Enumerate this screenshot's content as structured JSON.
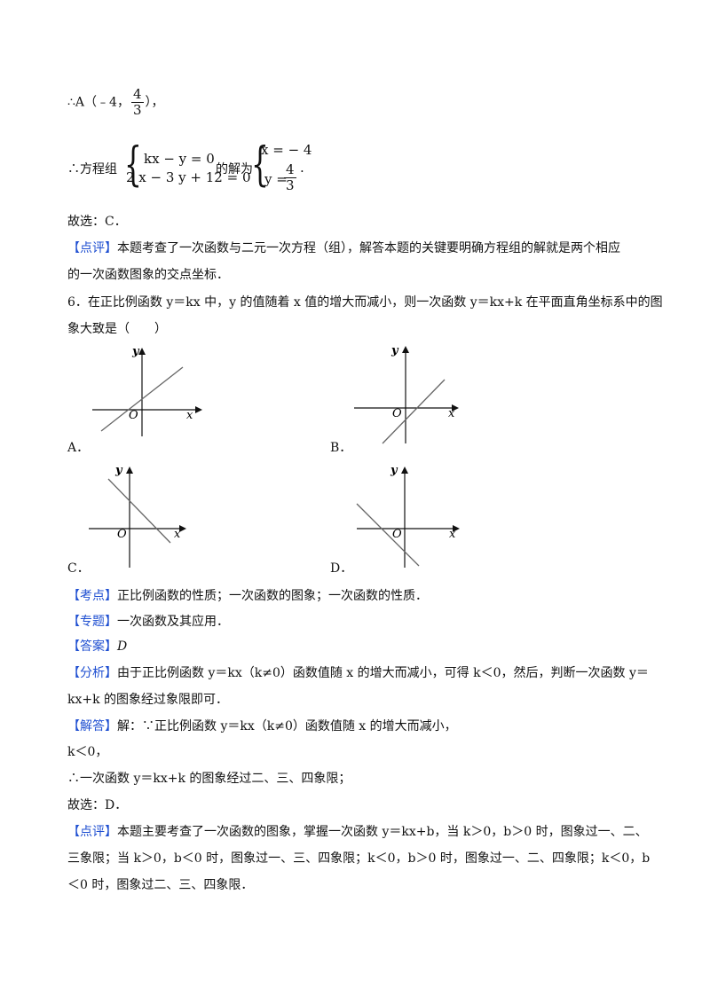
{
  "point_line": {
    "therefore": "∴",
    "label": "A（﹣4，",
    "num": "4",
    "den": "3",
    "tail": "），"
  },
  "system_line": {
    "therefore": "∴方程组",
    "eq1": "kx − y = 0",
    "eq2": "2 x − 3 y + 12 = 0",
    "mid": "的解为",
    "sol1": "x = − 4",
    "sol2_lhs": "y =",
    "sol2_num": "4",
    "sol2_den": "3",
    "end": "."
  },
  "choose1": "故选：C．",
  "comment1": {
    "tag": "【点评】",
    "line1": "本题考查了一次函数与二元一次方程（组），解答本题的关键要明确方程组的解就是两个相应",
    "line2": "的一次函数图象的交点坐标．"
  },
  "question": {
    "line1": "6．在正比例函数 y＝kx 中，y 的值随着 x 值的增大而减小，则一次函数 y＝kx+k 在平面直角坐标系中的图",
    "line2": "象大致是（　　）"
  },
  "options": [
    {
      "label": "A．",
      "y": "y",
      "x": "x",
      "o": "O"
    },
    {
      "label": "B．",
      "y": "y",
      "x": "x",
      "o": "O"
    },
    {
      "label": "C．",
      "y": "y",
      "x": "x",
      "o": "O"
    },
    {
      "label": "D．",
      "y": "y",
      "x": "x",
      "o": "O"
    }
  ],
  "kaodian": {
    "tag": "【考点】",
    "text": "正比例函数的性质；一次函数的图象；一次函数的性质．"
  },
  "zhuanti": {
    "tag": "【专题】",
    "text": "一次函数及其应用．"
  },
  "answer": {
    "tag": "【答案】",
    "text": "D"
  },
  "analysis": {
    "tag": "【分析】",
    "line1": "由于正比例函数 y＝kx（k≠0）函数值随 x 的增大而减小，可得 k＜0，然后，判断一次函数 y＝",
    "line2": "kx+k 的图象经过象限即可．"
  },
  "solution": {
    "tag": "【解答】",
    "line1": "解：∵正比例函数 y＝kx（k≠0）函数值随 x 的增大而减小，",
    "line2": "k＜0，",
    "line3": "∴一次函数 y＝kx+k 的图象经过二、三、四象限；",
    "line4": "故选：D．"
  },
  "comment2": {
    "tag": "【点评】",
    "line1": "本题主要考查了一次函数的图象，掌握一次函数 y＝kx+b，当 k＞0，b＞0 时，图象过一、二、",
    "line2": "三象限；当 k＞0，b＜0 时，图象过一、三、四象限；k＜0，b＞0 时，图象过一、二、四象限；k＜0，b",
    "line3": "＜0 时，图象过二、三、四象限．"
  }
}
